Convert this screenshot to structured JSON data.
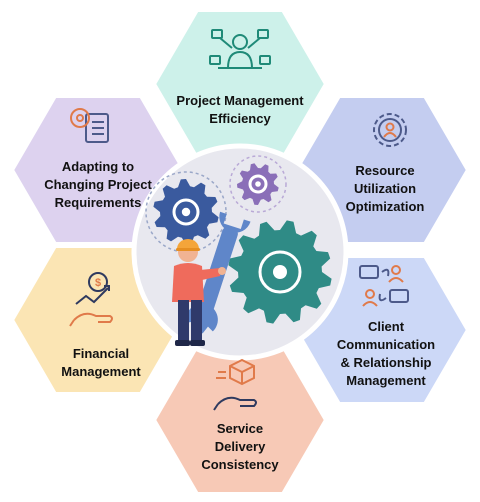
{
  "colors": {
    "top": "#cdf1ea",
    "upper_right": "#c4cdf0",
    "lower_right": "#ccd8f7",
    "bottom": "#f7c9b6",
    "lower_left": "#fbe5b4",
    "upper_left": "#ddd2ef",
    "hex_border": "#ffffff",
    "center_fill": "#e8e8ef",
    "gear_blue": "#3a5a9e",
    "gear_teal": "#2f8b86",
    "gear_purple": "#8a6fb8",
    "icon_teal": "#1f8a78",
    "icon_slate": "#4d5a8a",
    "icon_orange": "#e07a4a",
    "icon_dark": "#2f3a5f"
  },
  "hexagons": {
    "top": {
      "lines": [
        "Project Management",
        "Efficiency"
      ],
      "icon": "team-manager-icon"
    },
    "upper_right": {
      "lines": [
        "Resource",
        "Utilization",
        "Optimization"
      ],
      "icon": "resource-gear-person-icon"
    },
    "lower_right": {
      "lines": [
        "Client",
        "Communication",
        "& Relationship",
        "Management"
      ],
      "icon": "client-chat-icon"
    },
    "bottom": {
      "lines": [
        "Service",
        "Delivery",
        "Consistency"
      ],
      "icon": "hand-delivery-box-icon"
    },
    "lower_left": {
      "lines": [
        "Financial",
        "Management"
      ],
      "icon": "hand-money-growth-icon"
    },
    "upper_left": {
      "lines": [
        "Adapting to",
        "Changing Project",
        "Requirements"
      ],
      "icon": "gear-document-icon"
    }
  },
  "center": {
    "illustration": "worker-with-wrench-and-gears-illustration"
  }
}
